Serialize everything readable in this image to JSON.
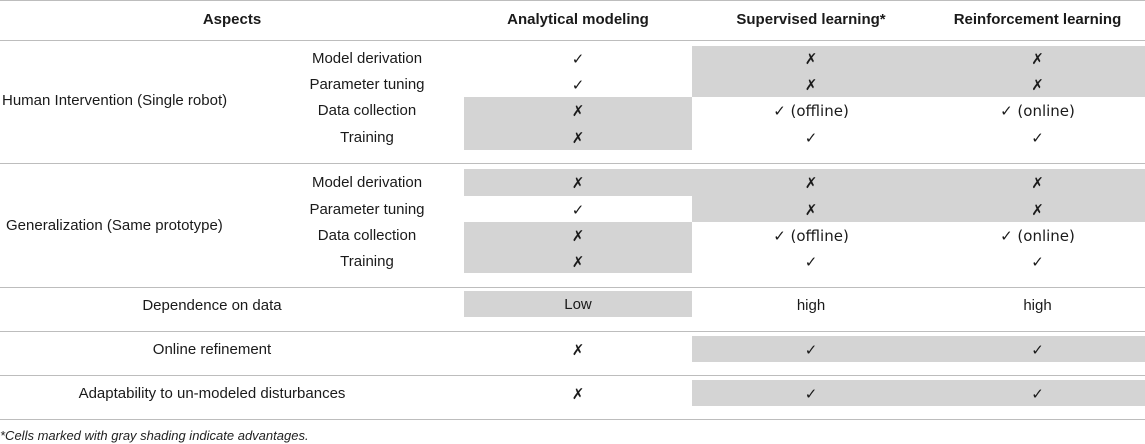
{
  "header": {
    "aspects": "Aspects",
    "col1": "Analytical modeling",
    "col2": "Supervised learning*",
    "col3": "Reinforcement learning"
  },
  "groups": [
    {
      "label": "Human Intervention (Single robot)",
      "rows": [
        {
          "sub": "Model derivation",
          "c1": "✓",
          "c2": "✗",
          "c3": "✗",
          "shade": [
            false,
            true,
            true
          ]
        },
        {
          "sub": "Parameter tuning",
          "c1": "✓",
          "c2": "✗",
          "c3": "✗",
          "shade": [
            false,
            true,
            true
          ]
        },
        {
          "sub": "Data collection",
          "c1": "✗",
          "c2": "✓ (offline)",
          "c3": "✓ (online)",
          "shade": [
            true,
            false,
            false
          ]
        },
        {
          "sub": "Training",
          "c1": "✗",
          "c2": "✓",
          "c3": "✓",
          "shade": [
            true,
            false,
            false
          ]
        }
      ]
    },
    {
      "label": "Generalization (Same prototype)",
      "rows": [
        {
          "sub": "Model derivation",
          "c1": "✗",
          "c2": "✗",
          "c3": "✗",
          "shade": [
            true,
            true,
            true
          ]
        },
        {
          "sub": "Parameter tuning",
          "c1": "✓",
          "c2": "✗",
          "c3": "✗",
          "shade": [
            false,
            true,
            true
          ]
        },
        {
          "sub": "Data collection",
          "c1": "✗",
          "c2": "✓ (offline)",
          "c3": "✓ (online)",
          "shade": [
            true,
            false,
            false
          ]
        },
        {
          "sub": "Training",
          "c1": "✗",
          "c2": "✓",
          "c3": "✓",
          "shade": [
            true,
            false,
            false
          ]
        }
      ]
    }
  ],
  "singles": [
    {
      "label": "Dependence on data",
      "c1": "Low",
      "c2": "high",
      "c3": "high",
      "shade": [
        true,
        false,
        false
      ]
    },
    {
      "label": "Online refinement",
      "c1": "✗",
      "c2": "✓",
      "c3": "✓",
      "shade": [
        false,
        true,
        true
      ]
    },
    {
      "label": "Adaptability to un-modeled disturbances",
      "c1": "✗",
      "c2": "✓",
      "c3": "✓",
      "shade": [
        false,
        true,
        true
      ]
    }
  ],
  "footnote": "*Cells marked with gray shading indicate advantages.",
  "colors": {
    "shade": "#d4d4d4",
    "rule": "#bdbdbd"
  }
}
